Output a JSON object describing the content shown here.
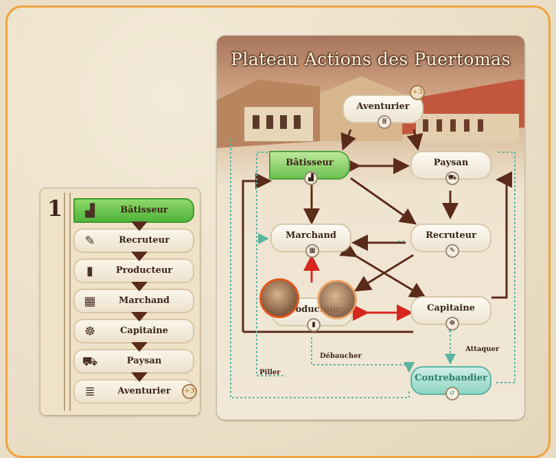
{
  "strip": {
    "number": "1",
    "rows": [
      {
        "label": "Bâtisseur",
        "icon": "bricks-icon",
        "glyph": "▟",
        "active": true
      },
      {
        "label": "Recruteur",
        "icon": "scroll-quill-icon",
        "glyph": "✎",
        "active": false
      },
      {
        "label": "Producteur",
        "icon": "barrel-icon",
        "glyph": "▮",
        "active": false
      },
      {
        "label": "Marchand",
        "icon": "crate-icon",
        "glyph": "▦",
        "active": false
      },
      {
        "label": "Capitaine",
        "icon": "ship-wheel-icon",
        "glyph": "☸",
        "active": false
      },
      {
        "label": "Paysan",
        "icon": "cart-icon",
        "glyph": "⛟",
        "active": false
      },
      {
        "label": "Aventurier",
        "icon": "coin-stack-icon",
        "glyph": "≣",
        "active": false
      }
    ],
    "ban_label": "+3"
  },
  "board": {
    "title": "Plateau Actions des Puertomas",
    "nodes": {
      "aventurier": "Aventurier",
      "batisseur": "Bâtisseur",
      "paysan": "Paysan",
      "marchand": "Marchand",
      "recruteur": "Recruteur",
      "producteur": "Producteur",
      "capitaine": "Capitaine",
      "contrebandier": "Contrebandier"
    },
    "ban_label": "+3",
    "edge_labels": {
      "debaucher": "Débaucher",
      "attaquer": "Attaquer",
      "piller": "Piller"
    }
  },
  "colors": {
    "frame": "#f0a23a",
    "active_green": "#6cc04f",
    "arrow_brown": "#5a2a1a",
    "highlight_red": "#d7261e",
    "teal": "#58b3a0"
  }
}
